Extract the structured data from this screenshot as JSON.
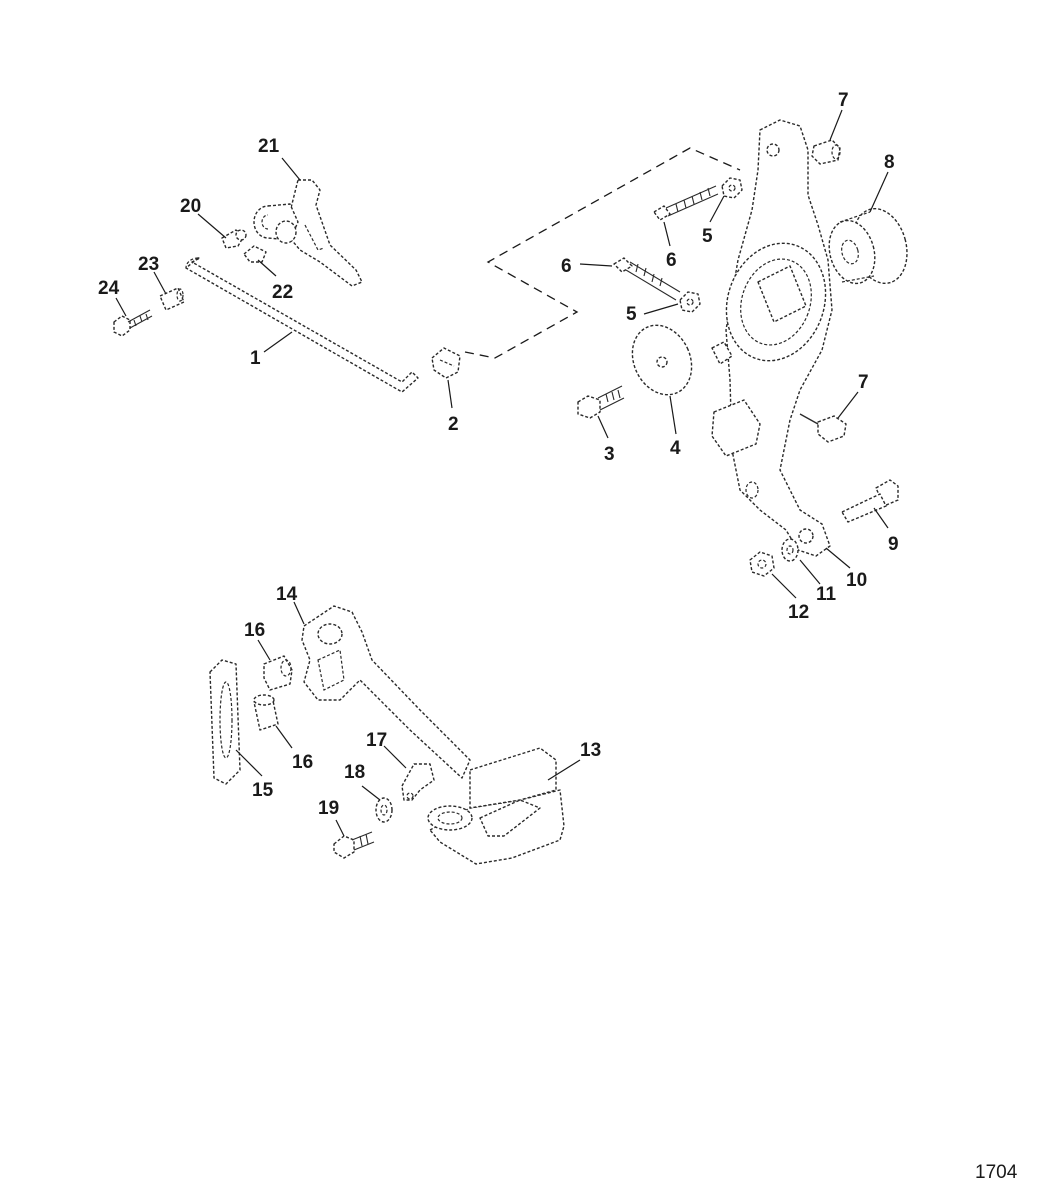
{
  "diagram": {
    "figure_number": "1704",
    "callouts": {
      "c1": "1",
      "c2": "2",
      "c3": "3",
      "c4": "4",
      "c5a": "5",
      "c5b": "5",
      "c6a": "6",
      "c6b": "6",
      "c7a": "7",
      "c7b": "7",
      "c8": "8",
      "c9": "9",
      "c10": "10",
      "c11": "11",
      "c12": "12",
      "c13": "13",
      "c14": "14",
      "c15": "15",
      "c16a": "16",
      "c16b": "16",
      "c17": "17",
      "c18": "18",
      "c19": "19",
      "c20": "20",
      "c21": "21",
      "c22": "22",
      "c23": "23",
      "c24": "24"
    }
  }
}
